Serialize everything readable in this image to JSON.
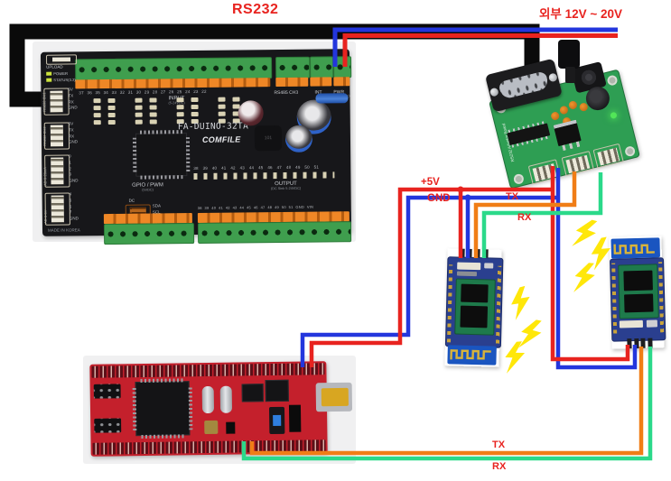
{
  "diagram_labels": {
    "rs232": "RS232",
    "external_power": "외부 12V ~ 20V",
    "plus5v": "+5V",
    "gnd": "GND",
    "tx_adapter": "TX",
    "rx_adapter": "RX",
    "tx_mcu": "TX",
    "rx_mcu": "RX"
  },
  "colors": {
    "label_red": "#e8231f",
    "wire_red": "#e8231f",
    "wire_blue": "#2336dd",
    "wire_orange": "#f07d16",
    "wire_green": "#2bd98a",
    "cable_black": "#0a0a0a",
    "bolt_yellow": "#ffe70a",
    "plc_pcb": "#17171a",
    "adapter_pcb": "#2e9e53",
    "mcu_board_pcb": "#c4202c",
    "bt_pcb": "#2a3f8f"
  },
  "plc_board": {
    "model": "FA-DUINO-32TA",
    "brand": "COMFILE",
    "section_input": "INPUT",
    "section_input_sub": "(5-24VDC)",
    "input_numbers": "37 36 35 34 33 32 31 30 29 28 27 26 25 24 23 22",
    "section_rs485": "RS485 CH3",
    "section_int": "INT",
    "section_pwr": "PWR",
    "section_pwr_sub": "(12-24VDC)",
    "upload": "UPLOAD",
    "led_power": "POWER",
    "led_status": "STATUS(3.3)",
    "ch1_title": "RS232 CH1",
    "ch1_pins": "5V\nTX\nRX\nGND",
    "ch2_title": "RS232 CH2",
    "ch2_pins": "5V\nTX\nRX\nGND",
    "ad1_title": "AD 0-20mA",
    "ad1_pins": "0\n1\n2\n3\nGND",
    "ad2_title": "AD 0-5V",
    "ad2_pins": "4\n5\n6\n7\nGND",
    "dc_title": "DC",
    "dc_pins": "SDA\nSCL\nTX\nGND",
    "made_in": "MADE IN KOREA",
    "section_gpio": "GPIO / PWM",
    "section_gpio_sub": "(5VDC)",
    "section_output": "OUTPUT",
    "section_output_sub": "(DC Sink 5-24VDC)",
    "output_led_numbers": "38 39 40 41 42 43 44 45 46 47 48 49 50 51",
    "output_terminal_numbers": "38 39 40 41 42 43 44 45 46 47 48 49 50 51 GND VIN",
    "inductor_mark": "101"
  },
  "adapter_board": {
    "silkscreen": "RS232 Adaptor Board"
  }
}
